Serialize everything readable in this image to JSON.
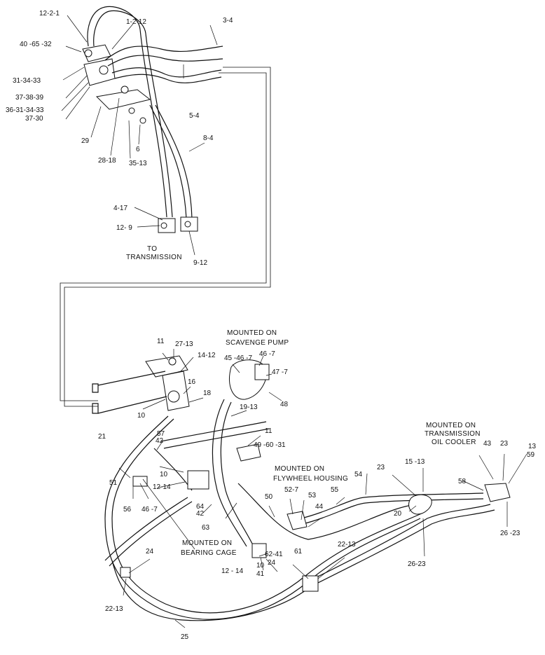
{
  "labels": [
    "12-2-1",
    "1-2-12",
    "3-4",
    "40 -65 -32",
    "31-34-33",
    "37-38-39",
    "36-31-34-33",
    "37-30",
    "5-4",
    "29",
    "28-18",
    "6",
    "35-13",
    "8-4",
    "4-17",
    "12- 9",
    "9-12",
    "11",
    "27-13",
    "14-12",
    "16",
    "18",
    "10",
    "45 -46 -7",
    "46 -7",
    "47 -7",
    "48",
    "19-13",
    "21",
    "11",
    "57",
    "42",
    "49 -60 -31",
    "51",
    "10",
    "12-14",
    "56",
    "46 -7",
    "64",
    "42",
    "63",
    "50",
    "52-7",
    "53",
    "44",
    "55",
    "54",
    "23",
    "15 -13",
    "43",
    "23",
    "13",
    "59",
    "58",
    "20",
    "26 -23",
    "26-23",
    "24",
    "22-13",
    "12 - 14",
    "62-41",
    "10",
    "41",
    "61",
    "24",
    "22-13",
    "25"
  ],
  "captions": {
    "to_transmission_1": "TO",
    "to_transmission_2": "TRANSMISSION",
    "scavenge_1": "MOUNTED ON",
    "scavenge_2": "SCAVENGE PUMP",
    "transcooler_1": "MOUNTED ON",
    "transcooler_2": "TRANSMISSION",
    "transcooler_3": "OIL COOLER",
    "flywheel_1": "MOUNTED ON",
    "flywheel_2": "FLYWHEEL HOUSING",
    "bearing_1": "MOUNTED ON",
    "bearing_2": "BEARING CAGE"
  }
}
